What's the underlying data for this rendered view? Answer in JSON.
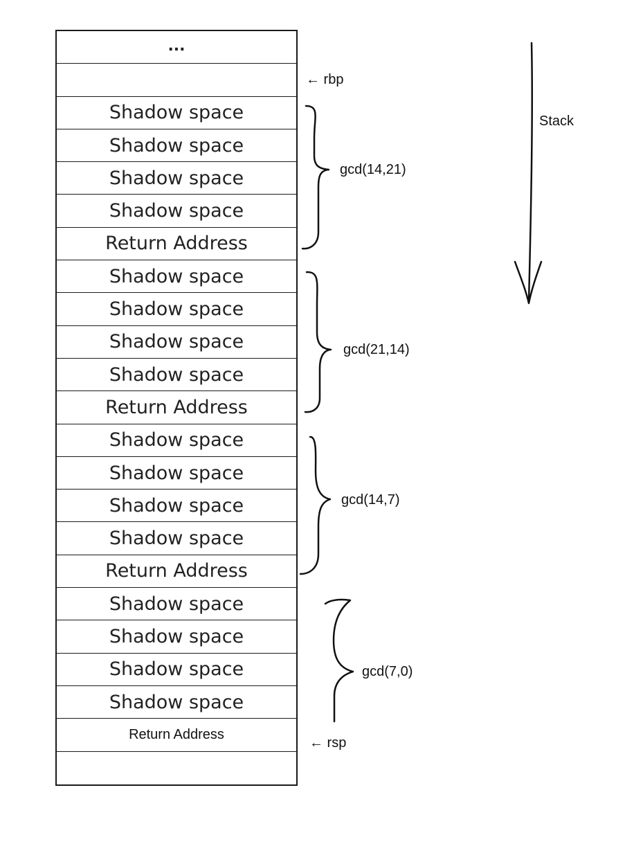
{
  "stack": {
    "cells": [
      "...",
      "",
      "Shadow space",
      "Shadow space",
      "Shadow space",
      "Shadow space",
      "Return Address",
      "Shadow space",
      "Shadow space",
      "Shadow space",
      "Shadow space",
      "Return Address",
      "Shadow space",
      "Shadow space",
      "Shadow space",
      "Shadow space",
      "Return Address",
      "Shadow space",
      "Shadow space",
      "Shadow space",
      "Shadow space",
      "Return Address",
      ""
    ]
  },
  "pointers": {
    "rbp": "← rbp",
    "rsp": "← rsp"
  },
  "frames": [
    {
      "label": "gcd(14,21)"
    },
    {
      "label": "gcd(21,14)"
    },
    {
      "label": "gcd(14,7)"
    },
    {
      "label": "gcd(7,0)"
    }
  ],
  "direction": {
    "label": "Stack"
  }
}
